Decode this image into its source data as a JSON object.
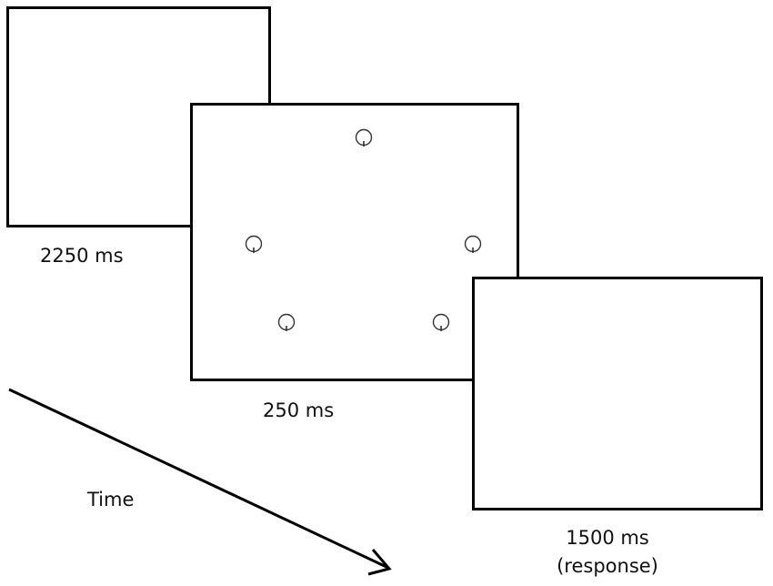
{
  "frames": [
    {
      "duration_label": "2250 ms",
      "note": ""
    },
    {
      "duration_label": "250 ms",
      "note": ""
    },
    {
      "duration_label": "1500 ms",
      "note": "(response)"
    }
  ],
  "stimulus_count": 5,
  "time_label": "Time",
  "colors": {
    "frame_border": "#000000",
    "background": "#ffffff",
    "stimulus": "#333333"
  },
  "icons": {
    "stimulus": "open-circle-with-tick-icon",
    "time": "arrow-right-down-icon"
  }
}
